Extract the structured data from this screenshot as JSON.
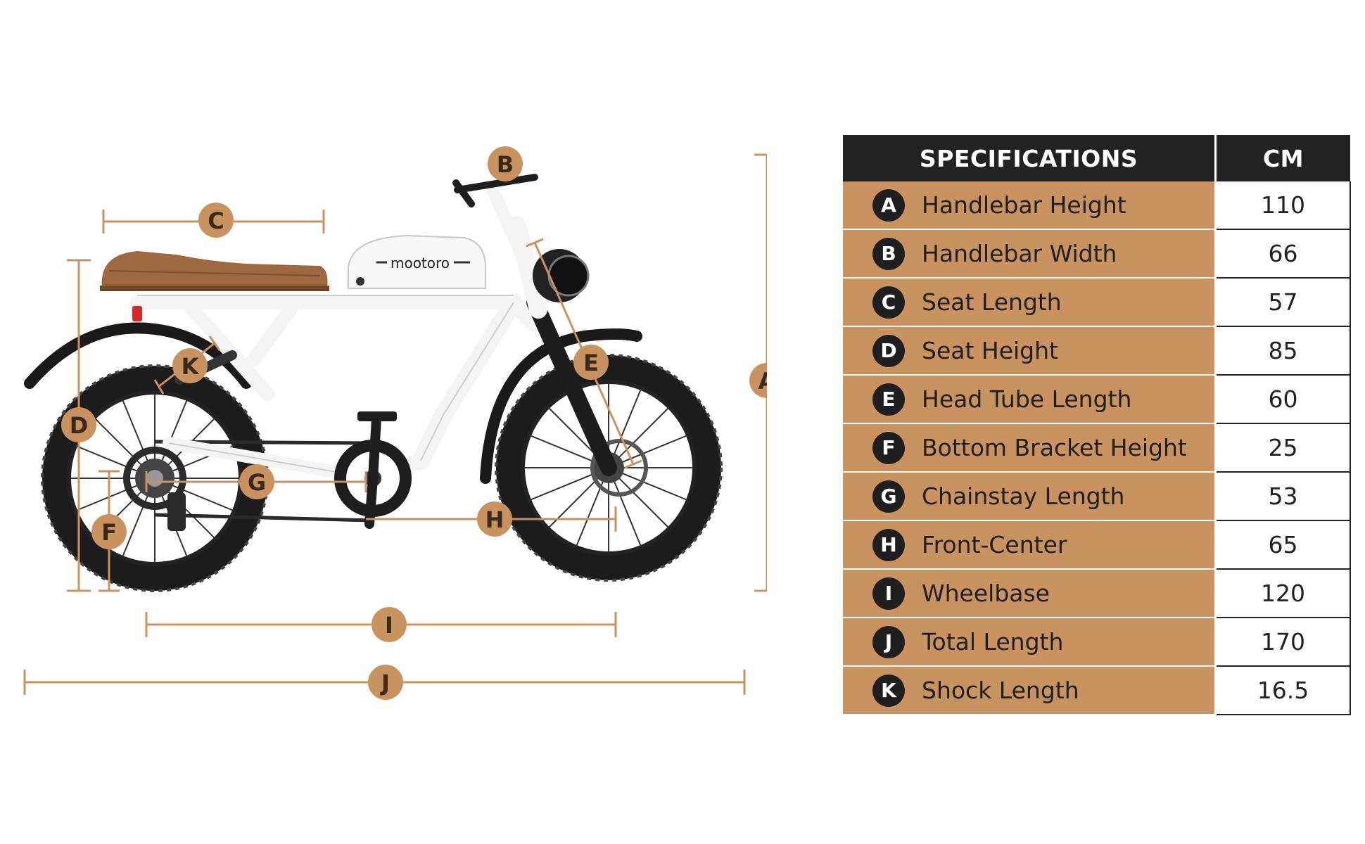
{
  "table": {
    "header_spec": "SPECIFICATIONS",
    "header_unit": "CM",
    "rows": [
      {
        "letter": "A",
        "label": "Handlebar Height",
        "value": "110"
      },
      {
        "letter": "B",
        "label": "Handlebar Width",
        "value": "66"
      },
      {
        "letter": "C",
        "label": "Seat Length",
        "value": "57"
      },
      {
        "letter": "D",
        "label": "Seat Height",
        "value": "85"
      },
      {
        "letter": "E",
        "label": "Head Tube Length",
        "value": "60"
      },
      {
        "letter": "F",
        "label": "Bottom Bracket Height",
        "value": "25"
      },
      {
        "letter": "G",
        "label": "Chainstay Length",
        "value": "53"
      },
      {
        "letter": "H",
        "label": "Front-Center",
        "value": "65"
      },
      {
        "letter": "I",
        "label": "Wheelbase",
        "value": "120"
      },
      {
        "letter": "J",
        "label": "Total Length",
        "value": "170"
      },
      {
        "letter": "K",
        "label": "Shock Length",
        "value": "16.5"
      }
    ]
  },
  "bike": {
    "brand_text": "mootoro"
  },
  "colors": {
    "accent": "#c8935f",
    "dark": "#222222",
    "frame": "#f4f4f4",
    "seat": "#a0683e"
  }
}
